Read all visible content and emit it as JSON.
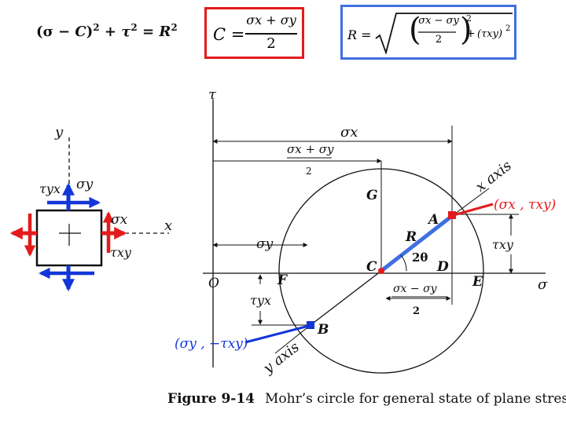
{
  "colors": {
    "red_box": "#e31b1b",
    "blue_box": "#3f6fe0",
    "red": "#e31b1b",
    "blue": "#1236d8",
    "ink": "#111111"
  },
  "formulas": {
    "circle_eq": {
      "open": "(σ − ",
      "c": "C",
      "close": ")",
      "sq1": "2",
      "plus": " + ",
      "tau": "τ",
      "sq2": "2",
      "eq": " = ",
      "r": "R",
      "sq3": "2"
    },
    "center": {
      "lhs": "C =",
      "num": "σx + σy",
      "den": "2"
    },
    "radius": {
      "lhs": "R =",
      "num": "σx − σy",
      "den": "2",
      "sq1": "2",
      "plus": "+",
      "tau": "(τxy)",
      "sq2": "2"
    }
  },
  "element": {
    "y_label": "y",
    "tau_yx": "τyx",
    "sigma_y": "σy",
    "sigma_x": "σx",
    "x_label": "x",
    "tau_xy": "τxy"
  },
  "mohr": {
    "tau_axis": "τ",
    "sigma_axis": "σ",
    "origin": "O",
    "sigma_x_dim": "σx",
    "avg_num": "σx + σy",
    "avg_den": "2",
    "sigma_y_dim": "σy",
    "diff_num": "σx − σy",
    "diff_den": "2",
    "tau_xy_dim": "τxy",
    "tau_yx_dim": "τyx",
    "point_G": "G",
    "point_A": "A",
    "point_R": "R",
    "point_C": "C",
    "angle": "2θ",
    "point_D": "D",
    "point_E": "E",
    "point_F": "F",
    "point_B": "B",
    "x_axis_label": "x axis",
    "y_axis_label": "y axis",
    "coord_A": "(σx , τxy)",
    "coord_B": "(σy , −τxy)"
  },
  "caption": {
    "label": "Figure 9-14",
    "text": "Mohr’s circle for general state of plane stress."
  }
}
